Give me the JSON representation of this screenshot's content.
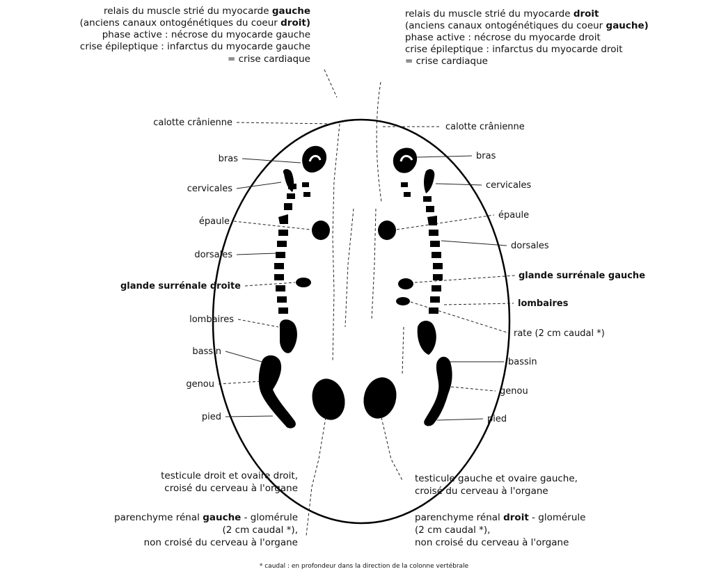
{
  "top_left": {
    "line1_a": "relais du muscle strié du myocarde ",
    "line1_b": "gauche",
    "line2_a": "(anciens canaux ontogénétiques du coeur ",
    "line2_b": "droit)",
    "line3": "phase active : nécrose du myocarde gauche",
    "line4": "crise épileptique : infarctus du myocarde gauche",
    "line5": "= crise cardiaque"
  },
  "top_right": {
    "line1_a": "relais du muscle strié du myocarde ",
    "line1_b": "droit",
    "line2_a": "(anciens canaux ontogénétiques du coeur ",
    "line2_b": "gauche)",
    "line3": "phase active : nécrose du myocarde droit",
    "line4": "crise épileptique : infarctus du myocarde droit",
    "line5": "= crise cardiaque"
  },
  "left_labels": [
    "calotte crânienne",
    "bras",
    "cervicales",
    "épaule",
    "dorsales",
    "glande surrénale droite",
    "lombaires",
    "bassin",
    "genou",
    "pied"
  ],
  "right_labels": [
    "calotte crânienne",
    "bras",
    "cervicales",
    "épaule",
    "dorsales",
    "glande surrénale gauche",
    "lombaires",
    "rate (2 cm caudal *)",
    "bassin",
    "genou",
    "pied"
  ],
  "bottom_left": {
    "line1": "testicule droit et ovaire droit,",
    "line2": "croisé du cerveau à l'organe",
    "line3_a": "parenchyme rénal ",
    "line3_b": "gauche",
    "line3_c": " - glomérule",
    "line4": "(2 cm caudal *),",
    "line5": "non croisé du cerveau à l'organe"
  },
  "bottom_right": {
    "line1": "testicule gauche et ovaire gauche,",
    "line2": "croisé du cerveau à l'organe",
    "line3_a": "parenchyme rénal ",
    "line3_b": "droit",
    "line3_c": " - glomérule",
    "line4": "(2 cm caudal *),",
    "line5": "non croisé du cerveau à l'organe"
  },
  "footnote": "* caudal : en profondeur dans la direction de la colonne vertébrale"
}
